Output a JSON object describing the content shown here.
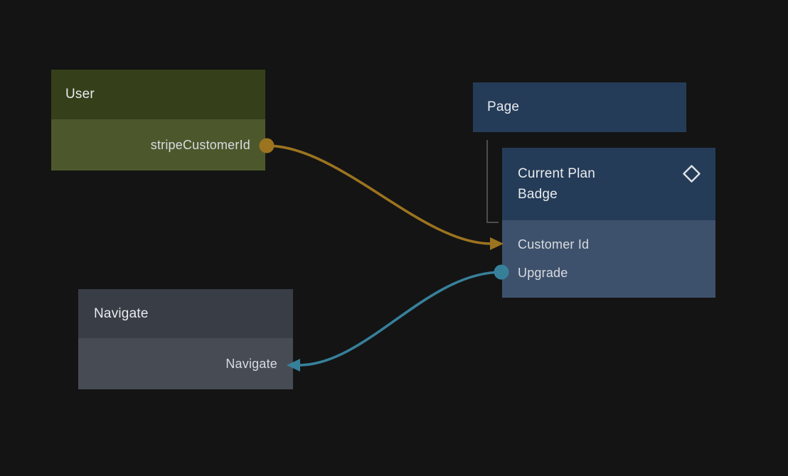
{
  "theme": {
    "canvas_bg": "#141414",
    "title_color": "#e9ebee",
    "field_color": "#d8dce1",
    "icon_color": "#dfe3e8",
    "connector_line_color": "#4d4d4d"
  },
  "nodes": {
    "user": {
      "title": "User",
      "field": "stripeCustomerId",
      "header_color": "#35401a",
      "body_color": "#4c582c"
    },
    "page": {
      "title": "Page",
      "header_color": "#243c58"
    },
    "current_plan_badge": {
      "title": "Current Plan Badge",
      "icon": "diamond-icon",
      "header_color": "#243c58",
      "body_color": "#3e516c",
      "fields": [
        "Customer Id",
        "Upgrade"
      ]
    },
    "navigate": {
      "title": "Navigate",
      "field": "Navigate",
      "header_color": "#393d46",
      "body_color": "#474b54"
    }
  },
  "edges": {
    "stripe_customer_id_to_customer_id": {
      "color": "#9c741f"
    },
    "upgrade_to_navigate": {
      "color": "#37809a"
    }
  }
}
